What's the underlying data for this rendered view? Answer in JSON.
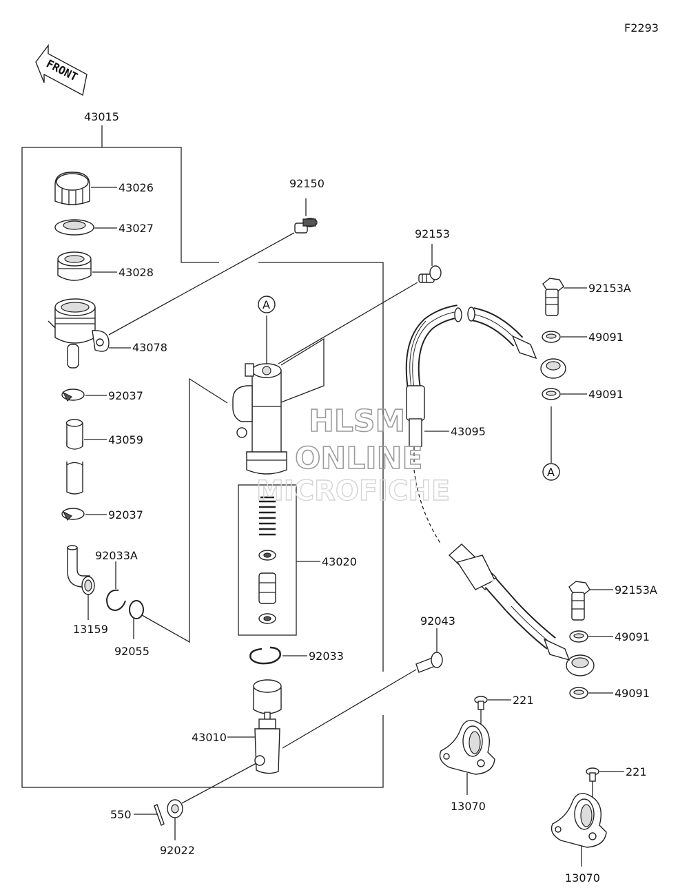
{
  "diagram_code": "F2293",
  "front_label": "FRONT",
  "assembly_label": "43015",
  "callouts": {
    "c43026": "43026",
    "c43027": "43027",
    "c43028": "43028",
    "c43078": "43078",
    "c92037a": "92037",
    "c43059": "43059",
    "c92037b": "92037",
    "c92033A": "92033A",
    "c13159": "13159",
    "c92055": "92055",
    "c92150": "92150",
    "c92153": "92153",
    "c43020": "43020",
    "c92033": "92033",
    "c43010": "43010",
    "c550": "550",
    "c92022": "92022",
    "c92043": "92043",
    "c43095": "43095",
    "c92153A_top": "92153A",
    "c49091_a": "49091",
    "c49091_b": "49091",
    "c92153A_bot": "92153A",
    "c49091_c": "49091",
    "c49091_d": "49091",
    "c221_a": "221",
    "c13070_a": "13070",
    "c221_b": "221",
    "c13070_b": "13070"
  },
  "ref_markers": {
    "top": "A",
    "bottom": "A"
  },
  "watermark": {
    "line1": "HLSM",
    "line2": "ONLINE",
    "line3": "MICROFICHE"
  }
}
